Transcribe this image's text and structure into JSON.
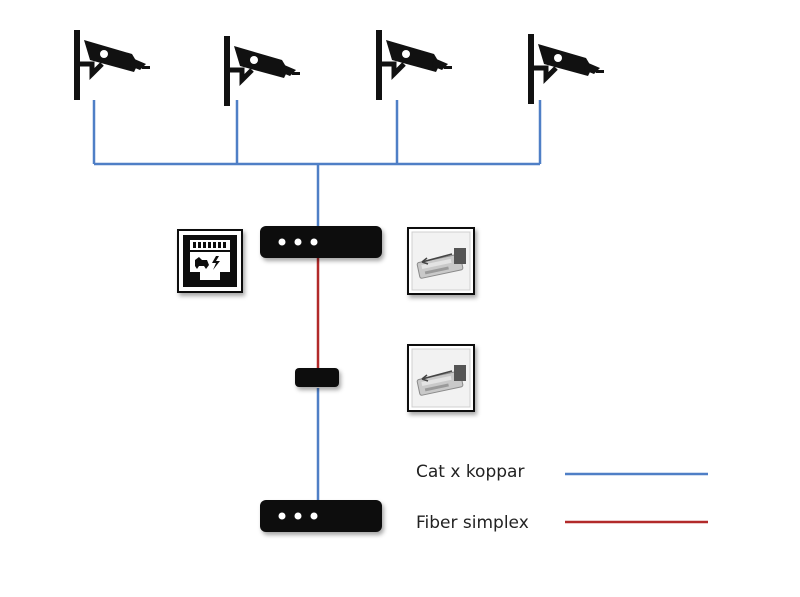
{
  "diagram": {
    "colors": {
      "copper": "#4f7fc6",
      "fiber": "#b22a2a",
      "device": "#0d0d0d",
      "background": "#ffffff"
    },
    "cameras": [
      {
        "icon": "cctv-camera-icon"
      },
      {
        "icon": "cctv-camera-icon"
      },
      {
        "icon": "cctv-camera-icon"
      },
      {
        "icon": "cctv-camera-icon"
      }
    ],
    "nodes": {
      "top_switch": {
        "icon": "switch-icon"
      },
      "media_converter": {
        "icon": "media-converter-icon"
      },
      "bottom_switch": {
        "icon": "switch-icon"
      },
      "poe_port": {
        "icon": "poe-ethernet-port-icon"
      },
      "sfp_top": {
        "icon": "sfp-module-icon"
      },
      "sfp_mid": {
        "icon": "sfp-module-icon"
      }
    },
    "legend": [
      {
        "label": "Cat x koppar",
        "color_key": "copper"
      },
      {
        "label": "Fiber simplex",
        "color_key": "fiber"
      }
    ]
  }
}
